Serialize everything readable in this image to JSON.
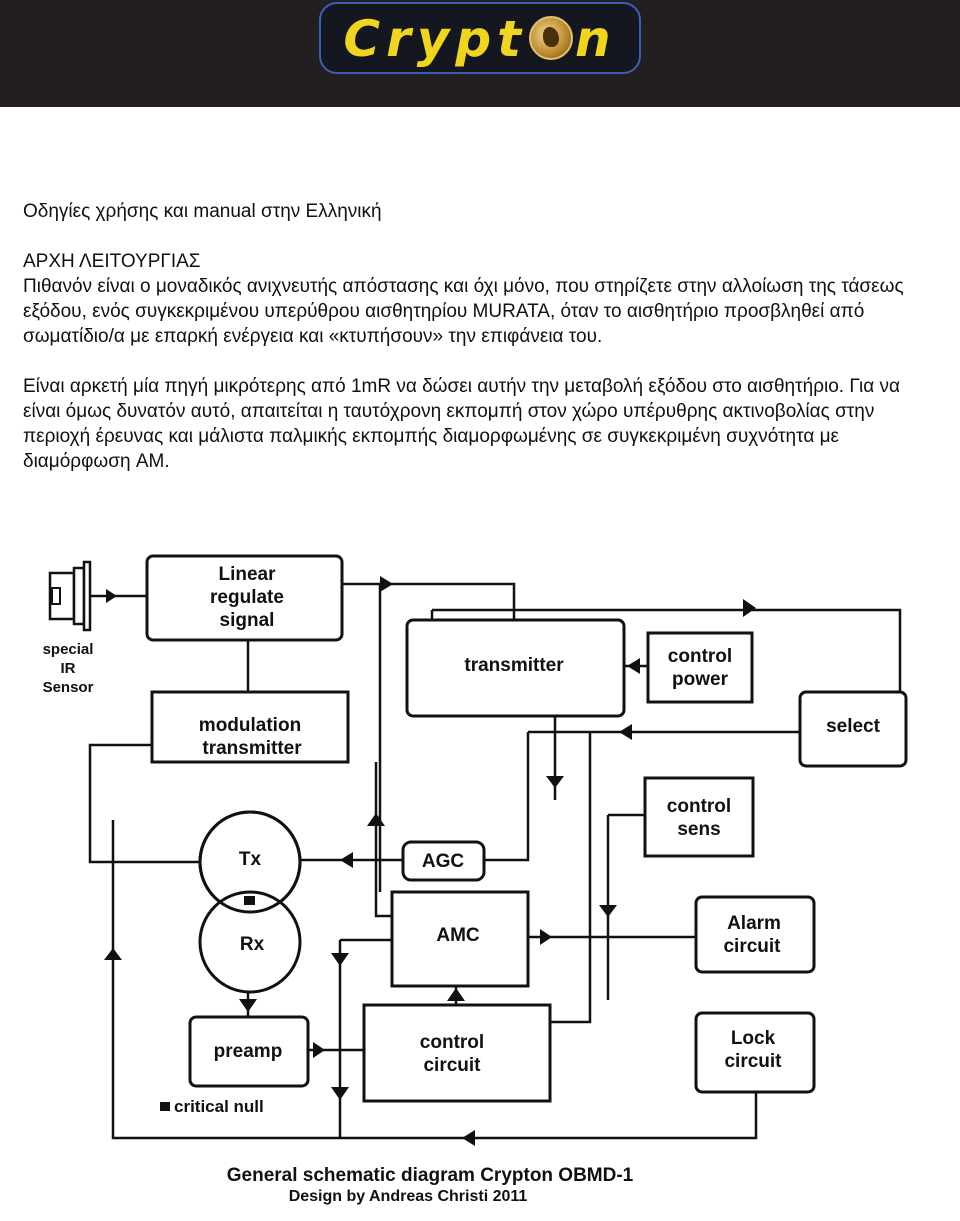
{
  "header": {
    "logo_text_left": "Crypt",
    "logo_text_right": "n",
    "logo_coin_icon": "gold-coin-emblem-icon",
    "logo_color": "#f0d51e",
    "background_color": "#231f20"
  },
  "document": {
    "title": "Οδηγίες χρήσης και manual στην Ελληνική",
    "heading": "ΑΡΧΗ ΛΕΙΤΟΥΡΓΙΑΣ",
    "paragraph1": "Πιθανόν είναι ο μοναδικός ανιχνευτής απόστασης και όχι μόνο, που στηρίζετε στην αλλοίωση της τάσεως εξόδου, ενός συγκεκριμένου υπερύθρου αισθητηρίου MURATA, όταν το αισθητήριο προσβληθεί από σωματίδιο/α με επαρκή ενέργεια και «κτυπήσουν» την επιφάνεια του.",
    "paragraph2": "Είναι αρκετή μία πηγή μικρότερης από 1mR να δώσει αυτήν την μεταβολή εξόδου στο αισθητήριο. Για να είναι όμως δυνατόν αυτό, απαιτείται η ταυτόχρονη εκπομπή στον χώρο υπέρυθρης ακτινοβολίας στην περιοχή έρευνας και μάλιστα παλμικής εκπομπής διαμορφωμένης σε συγκεκριμένη συχνότητα με διαμόρφωση AM."
  },
  "diagram": {
    "sensor_label": [
      "special",
      "IR",
      "Sensor"
    ],
    "blocks": {
      "linear": [
        "Linear",
        "regulate",
        "signal"
      ],
      "transmitter": [
        "transmitter"
      ],
      "control_power": [
        "control",
        "power"
      ],
      "select": [
        "select"
      ],
      "modulation": [
        "modulation",
        "transmitter"
      ],
      "control_sens": [
        "control",
        "sens"
      ],
      "tx": [
        "Tx"
      ],
      "agc": [
        "AGC"
      ],
      "rx": [
        "Rx"
      ],
      "amc": [
        "AMC"
      ],
      "alarm": [
        "Alarm",
        "circuit"
      ],
      "preamp": [
        "preamp"
      ],
      "control_circuit": [
        "control",
        "circuit"
      ],
      "lock": [
        "Lock",
        "circuit"
      ]
    },
    "critical_null_label": "critical null",
    "caption": "General schematic diagram Crypton OBMD-1",
    "credit": "Design by Andreas Christi 2011"
  }
}
